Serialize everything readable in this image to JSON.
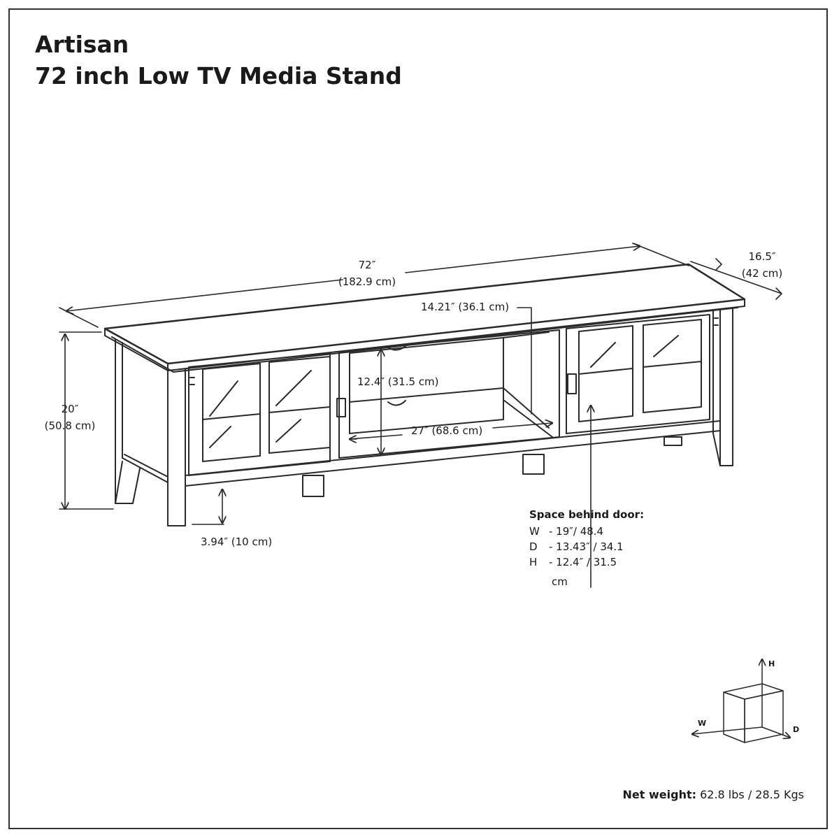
{
  "header": {
    "title_line1": "Artisan",
    "title_line2": "72 inch Low TV Media Stand"
  },
  "dimensions": {
    "width_in": "72″",
    "width_cm": "(182.9 cm)",
    "depth_in": "16.5″",
    "depth_cm": "(42 cm)",
    "height_in": "20″",
    "height_cm": "(50.8 cm)",
    "leg_height": "3.94″ (10 cm)",
    "shelf_depth": "14.21″ (36.1 cm)",
    "shelf_height": "12.4″ (31.5 cm)",
    "shelf_width": "27″ (68.6 cm)"
  },
  "space_behind_door": {
    "title": "Space behind door:",
    "rows": [
      {
        "key": "W",
        "value": "- 19″/ 48.4"
      },
      {
        "key": "D",
        "value": "- 13.43″ / 34.1"
      },
      {
        "key": "H",
        "value": "- 12.4″ / 31.5"
      }
    ],
    "unit": "cm"
  },
  "axis_legend": {
    "h": "H",
    "w": "W",
    "d": "D"
  },
  "footer": {
    "net_weight_label": "Net weight:",
    "net_weight_value": "62.8 lbs / 28.5 Kgs"
  }
}
